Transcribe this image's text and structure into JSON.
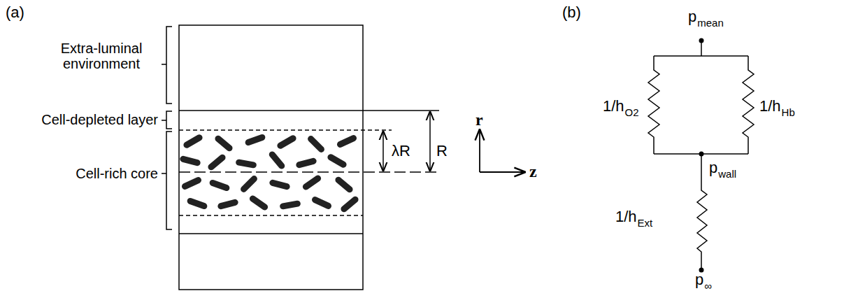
{
  "diagram": {
    "labels": [
      "(a)",
      "Extra-luminal environment",
      "Cell-depleted layer",
      "Cell-rich core",
      "λR",
      "R",
      "r",
      "z",
      "(b)",
      "p",
      "mean",
      "1/h",
      "O2",
      "1/h",
      "Hb",
      "p",
      "wall",
      "1/h",
      "Ext",
      "p",
      "∞"
    ]
  }
}
